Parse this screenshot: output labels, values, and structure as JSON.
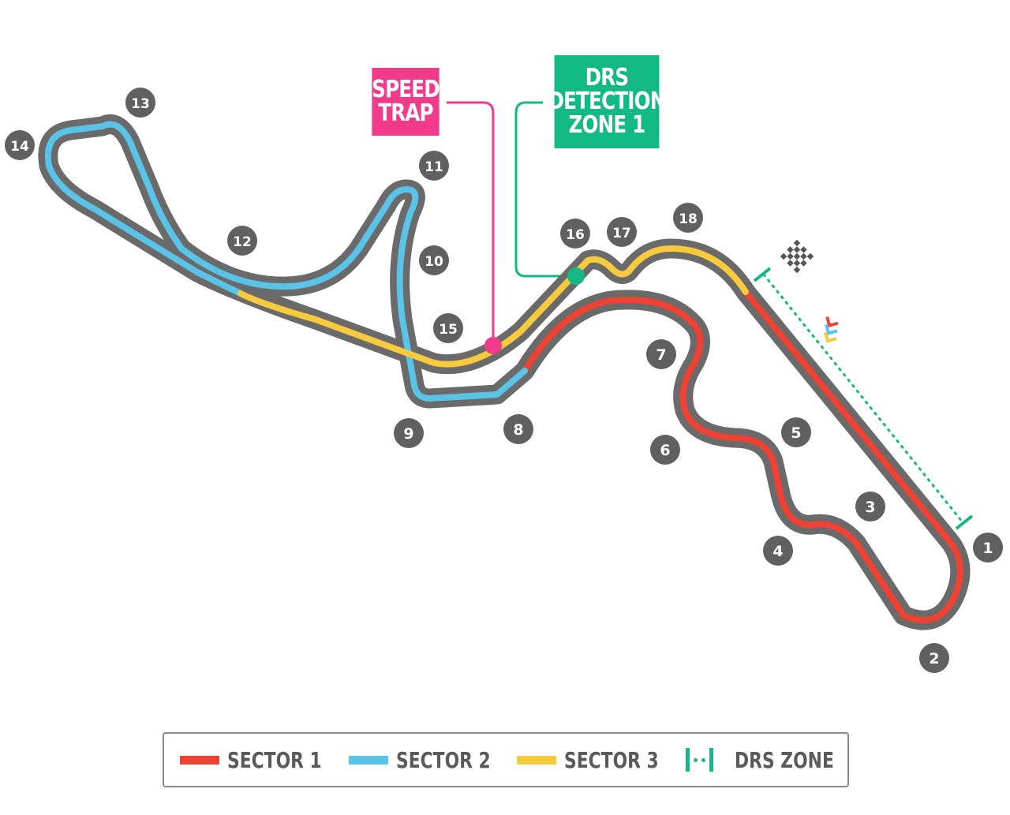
{
  "colors": {
    "track": "#6a6a6a",
    "sector1": "#ef4232",
    "sector2": "#5ac3e8",
    "sector3": "#f8cb3e",
    "drs": "#12b985",
    "speed_trap": "#f23a8a",
    "turn_marker": "#606060"
  },
  "callouts": {
    "speed_trap": [
      "SPEED",
      "TRAP"
    ],
    "drs_detection": [
      "DRS",
      "DETECTION",
      "ZONE 1"
    ]
  },
  "turns": [
    "1",
    "2",
    "3",
    "4",
    "5",
    "6",
    "7",
    "8",
    "9",
    "10",
    "11",
    "12",
    "13",
    "14",
    "15",
    "16",
    "17",
    "18"
  ],
  "legend": {
    "sector1": "SECTOR 1",
    "sector2": "SECTOR 2",
    "sector3": "SECTOR 3",
    "drs_zone": "DRS ZONE"
  },
  "icons": {
    "finish": "checkered-flag-icon",
    "direction": "chevron-direction-icon"
  }
}
